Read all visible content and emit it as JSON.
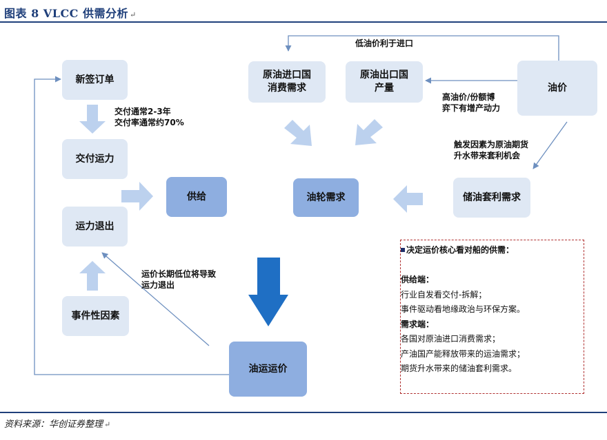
{
  "figure": {
    "title": "图表 8   VLCC 供需分析",
    "title_mark": "↵",
    "source": "资料来源：华创证券整理",
    "source_mark": "↵"
  },
  "nodes": {
    "new_orders": "新签订单",
    "delivered_capacity": "交付运力",
    "capacity_exit": "运力退出",
    "event_factors": "事件性因素",
    "supply": "供给",
    "importer_demand_l1": "原油进口国",
    "importer_demand_l2": "消费需求",
    "exporter_output_l1": "原油出口国",
    "exporter_output_l2": "产量",
    "oil_price": "油价",
    "tanker_demand": "油轮需求",
    "storage_arbitrage": "储油套利需求",
    "freight_rate": "油运运价"
  },
  "annotations": {
    "delivery_l1": "交付通常2-3年",
    "delivery_l2": "交付率通常约70%",
    "low_price_import": "低油价利于进口",
    "high_price_l1": "高油价/份额博",
    "high_price_l2": "弈下有增产动力",
    "trigger_l1": "触发因素为原油期货",
    "trigger_l2": "升水带来套利机会",
    "low_rate_l1": "运价长期低位将导致",
    "low_rate_l2": "运力退出"
  },
  "panel": {
    "header": "决定运价核心看对船的供需：",
    "supply_label": "供给端：",
    "supply_items": [
      "行业自发看交付-拆解；",
      "事件驱动看地缘政治与环保方案。"
    ],
    "demand_label": "需求端：",
    "demand_items": [
      "各国对原油进口消费需求；",
      "产油国产能释放带来的运油需求；",
      "期货升水带来的储油套利需求。"
    ]
  },
  "colors": {
    "rule": "#1f3f7a",
    "light_box": "#dfe8f4",
    "mid_box": "#8eaee0",
    "light_arrow": "#bcd1ee",
    "dark_arrow": "#1f6fc4",
    "line": "#6d8fbf",
    "panel_border": "#b03030"
  }
}
